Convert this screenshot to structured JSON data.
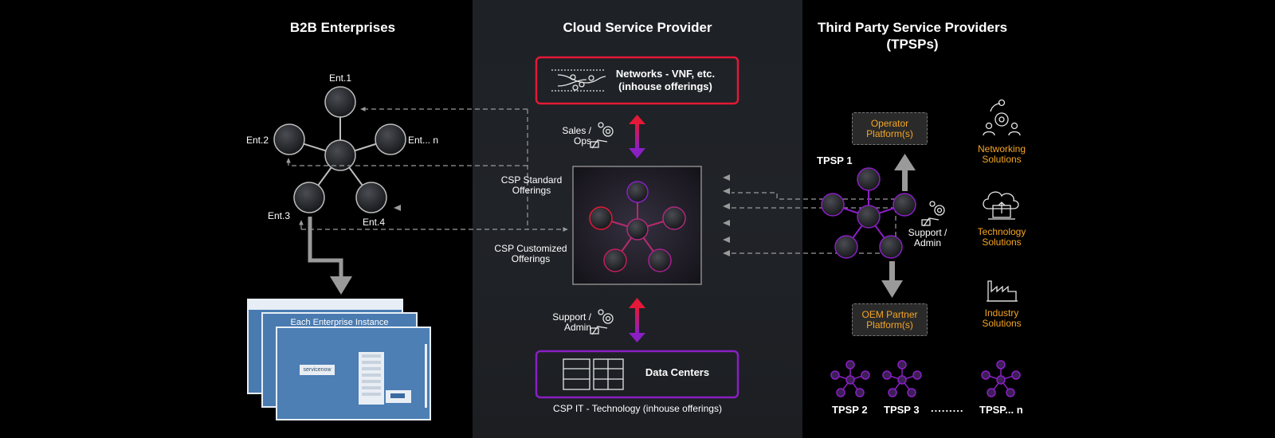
{
  "columns": {
    "b2b_title": "B2B Enterprises",
    "csp_title": "Cloud Service Provider",
    "tpsp_title_line1": "Third Party Service Providers",
    "tpsp_title_line2": "(TPSPs)"
  },
  "b2b": {
    "ent1": "Ent.1",
    "ent2": "Ent.2",
    "entn": "Ent... n",
    "ent3": "Ent.3",
    "ent4": "Ent.4",
    "instance_label": "Each Enterprise Instance",
    "servicenow_logo": "servicenow"
  },
  "csp": {
    "networks_line1": "Networks - VNF, etc.",
    "networks_line2": "(inhouse offerings)",
    "sales_ops_line1": "Sales /",
    "sales_ops_line2": "Ops",
    "std_line1": "CSP Standard",
    "std_line2": "Offerings",
    "cust_line1": "CSP Customized",
    "cust_line2": "Offerings",
    "support_line1": "Support /",
    "support_line2": "Admin",
    "datacenters": "Data Centers",
    "it_caption": "CSP IT - Technology (inhouse offerings)"
  },
  "tpsp": {
    "operator_line1": "Operator",
    "operator_line2": "Platform(s)",
    "tpsp1": "TPSP 1",
    "support_line1": "Support /",
    "support_line2": "Admin",
    "oem_line1": "OEM Partner",
    "oem_line2": "Platform(s)",
    "networking_line1": "Networking",
    "networking_line2": "Solutions",
    "technology_line1": "Technology",
    "technology_line2": "Solutions",
    "industry_line1": "Industry",
    "industry_line2": "Solutions",
    "tpsp2": "TPSP 2",
    "tpsp3": "TPSP 3",
    "dots": ".........",
    "tpspn": "TPSP... n"
  },
  "colors": {
    "accent_red": "#e31937",
    "accent_purple": "#8a1fc4",
    "accent_orange": "#f5a623",
    "arrow_gray": "#8a8a8a"
  }
}
